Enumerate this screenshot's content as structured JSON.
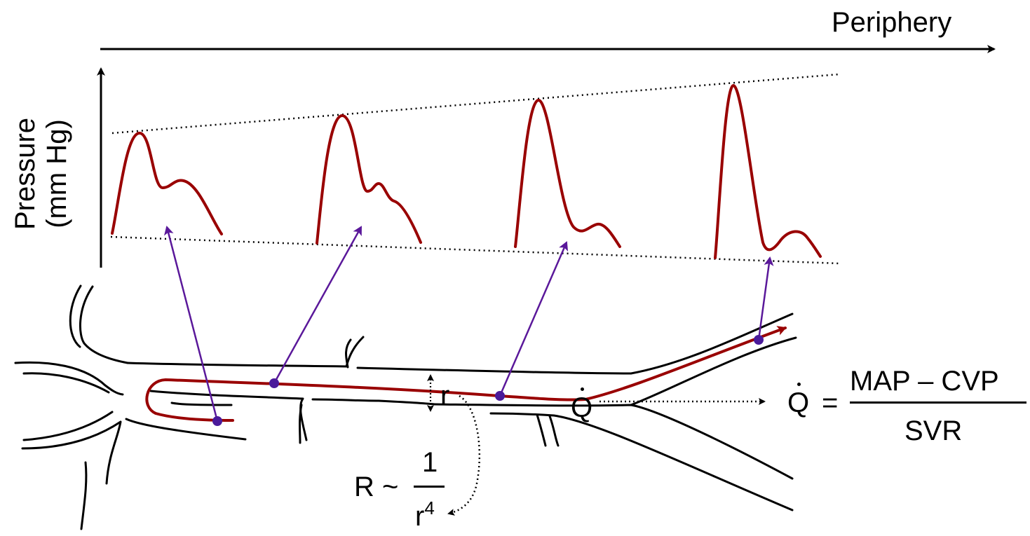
{
  "axes": {
    "x_label": "Periphery",
    "y_label_line1": "Pressure",
    "y_label_line2": "(mm Hg)"
  },
  "annotations": {
    "radius": "r",
    "flow": "Q",
    "flow_equation": {
      "lhs": "Q",
      "equals": "=",
      "numerator": "MAP – CVP",
      "denominator": "SVR"
    },
    "resistance_equation": {
      "lhs": "R ~",
      "numerator": "1",
      "denominator_base": "r",
      "denominator_exponent": "4"
    }
  },
  "colors": {
    "waveform": "#990000",
    "flow_path": "#990000",
    "sample_arrows": "#5a189a",
    "sample_points": "#4a1a9a",
    "vessel_outline": "#000000"
  }
}
